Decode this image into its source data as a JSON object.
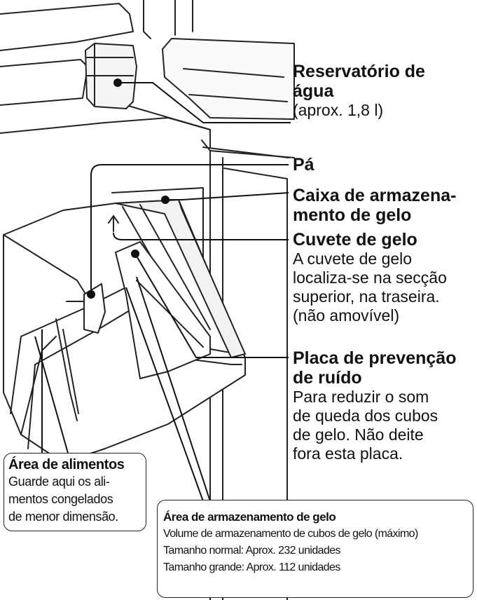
{
  "labels": {
    "reservatorio": {
      "title_l1": "Reservatório de",
      "title_l2": "água",
      "note": "(aprox. 1,8 l)"
    },
    "pa": {
      "title": "Pá"
    },
    "caixa": {
      "title_l1": "Caixa de armazena-",
      "title_l2": "mento de gelo"
    },
    "cuvete": {
      "title": "Cuvete de gelo",
      "desc_l1": "A cuvete de gelo",
      "desc_l2": "localiza-se na secção",
      "desc_l3": "superior, na traseira.",
      "desc_l4": "(não amovível)"
    },
    "placa": {
      "title_l1": "Placa de prevenção",
      "title_l2": "de ruído",
      "desc_l1": "Para reduzir o som",
      "desc_l2": "de queda dos cubos",
      "desc_l3": "de gelo. Não deite",
      "desc_l4": "fora esta placa."
    },
    "area_alimentos": {
      "title": "Área de alimentos",
      "desc_l1": "Guarde aqui os ali-",
      "desc_l2": "mentos congelados",
      "desc_l3": "de menor dimensão."
    },
    "area_gelo": {
      "title": "Área de armazenamento de gelo",
      "desc_l1": "Volume de armazenamento de cubos de gelo (máximo)",
      "desc_l2": "Tamanho normal: Aprox. 232 unidades",
      "desc_l3": "Tamanho grande: Aprox. 112 unidades"
    }
  }
}
